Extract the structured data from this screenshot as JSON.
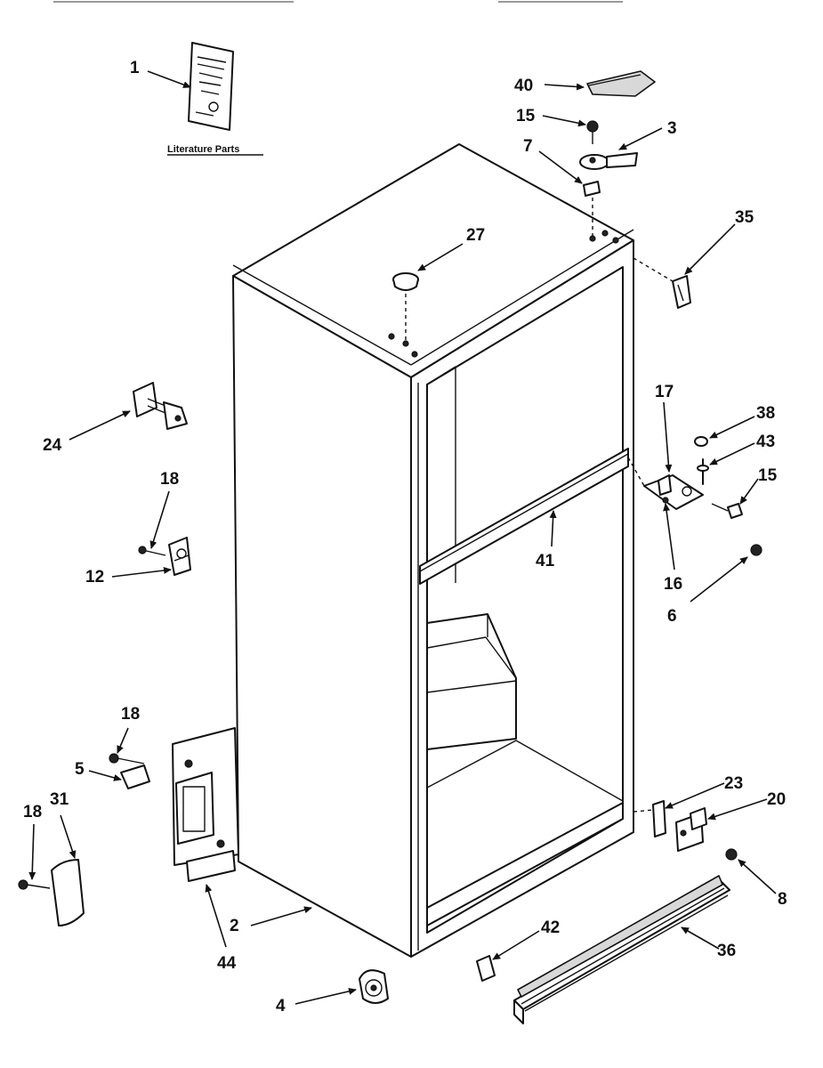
{
  "literature_label": "Literature Parts",
  "callouts": [
    {
      "id": "c1",
      "text": "1"
    },
    {
      "id": "c40",
      "text": "40"
    },
    {
      "id": "c15a",
      "text": "15"
    },
    {
      "id": "c3",
      "text": "3"
    },
    {
      "id": "c7",
      "text": "7"
    },
    {
      "id": "c35",
      "text": "35"
    },
    {
      "id": "c27",
      "text": "27"
    },
    {
      "id": "c24",
      "text": "24"
    },
    {
      "id": "c18a",
      "text": "18"
    },
    {
      "id": "c12",
      "text": "12"
    },
    {
      "id": "c17",
      "text": "17"
    },
    {
      "id": "c38",
      "text": "38"
    },
    {
      "id": "c43",
      "text": "43"
    },
    {
      "id": "c15b",
      "text": "15"
    },
    {
      "id": "c41",
      "text": "41"
    },
    {
      "id": "c16",
      "text": "16"
    },
    {
      "id": "c6",
      "text": "6"
    },
    {
      "id": "c18b",
      "text": "18"
    },
    {
      "id": "c5",
      "text": "5"
    },
    {
      "id": "c18c",
      "text": "18"
    },
    {
      "id": "c31",
      "text": "31"
    },
    {
      "id": "c23",
      "text": "23"
    },
    {
      "id": "c20",
      "text": "20"
    },
    {
      "id": "c8",
      "text": "8"
    },
    {
      "id": "c2",
      "text": "2"
    },
    {
      "id": "c44",
      "text": "44"
    },
    {
      "id": "c42",
      "text": "42"
    },
    {
      "id": "c36",
      "text": "36"
    },
    {
      "id": "c4",
      "text": "4"
    }
  ]
}
